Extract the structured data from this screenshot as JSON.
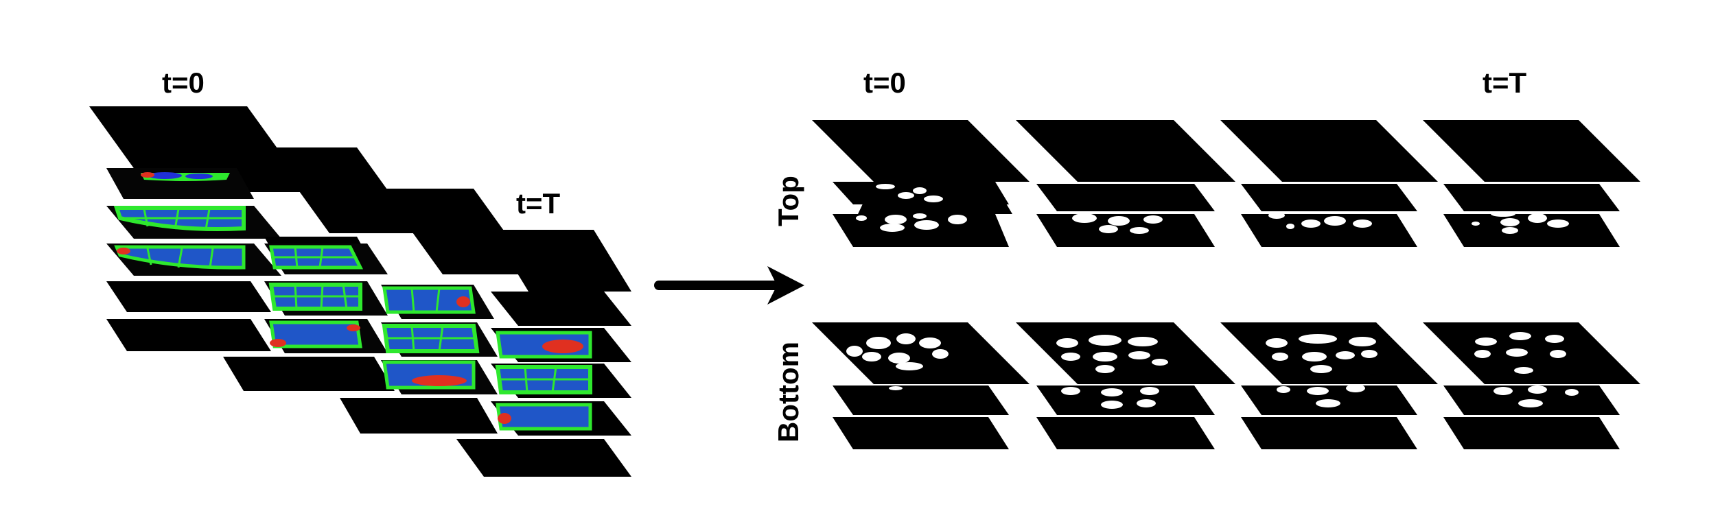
{
  "labels": {
    "left_t0": "t=0",
    "left_tT": "t=T",
    "right_t0": "t=0",
    "right_tT": "t=T",
    "row_top": "Top",
    "row_bottom": "Bottom"
  },
  "colors": {
    "background": "#ffffff",
    "stack_plane": "#000000",
    "membrane": "#2ee82e",
    "nucleus": "#2030d8",
    "edge": "#e03020",
    "mask": "#ffffff"
  },
  "left_panel": {
    "description_free": true,
    "stacks": 4,
    "planes_per_stack": 6
  },
  "right_panel": {
    "rows": [
      "top",
      "bottom"
    ],
    "columns": 4,
    "planes_per_stack": 3
  }
}
